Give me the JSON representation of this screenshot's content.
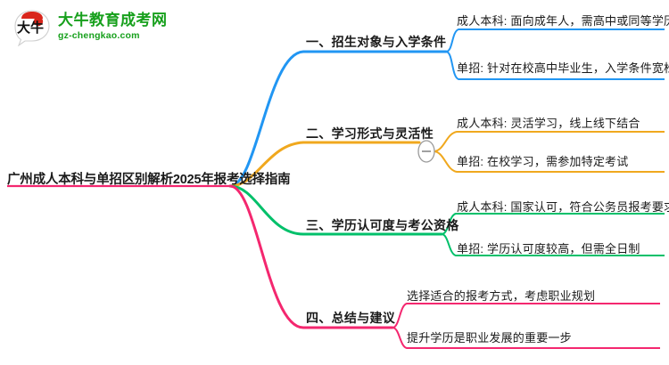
{
  "brand": {
    "logo_icon": "speech-bubble-logo-icon",
    "logo_glyph": "大牛",
    "name": "大牛教育成考网",
    "url": "gz-chengkao.com",
    "color": "#17a01c",
    "cap_color": "#d9261c"
  },
  "mindmap": {
    "root": {
      "label": "广州成人本科与单招区别解析2025年报考选择指南"
    },
    "branches": [
      {
        "id": "branch-1",
        "label": "一、招生对象与入学条件",
        "color": "#2196f3",
        "children": [
          {
            "label": "成人本科: 面向成年人，需高中或同等学历"
          },
          {
            "label": "单招: 针对在校高中毕业生，入学条件宽松"
          }
        ]
      },
      {
        "id": "branch-2",
        "label": "二、学习形式与灵活性",
        "color": "#f0a81e",
        "collapse_icon": "minus-circle-icon",
        "collapse_glyph": "−",
        "children": [
          {
            "label": "成人本科: 灵活学习，线上线下结合"
          },
          {
            "label": "单招: 在校学习，需参加特定考试"
          }
        ]
      },
      {
        "id": "branch-3",
        "label": "三、学历认可度与考公资格",
        "color": "#00c06a",
        "children": [
          {
            "label": "成人本科: 国家认可，符合公务员报考要求"
          },
          {
            "label": "单招: 学历认可度较高，但需全日制"
          }
        ]
      },
      {
        "id": "branch-4",
        "label": "四、总结与建议",
        "color": "#f4276f",
        "children": [
          {
            "label": "选择适合的报考方式，考虑职业规划"
          },
          {
            "label": "提升学历是职业发展的重要一步"
          }
        ]
      }
    ]
  }
}
